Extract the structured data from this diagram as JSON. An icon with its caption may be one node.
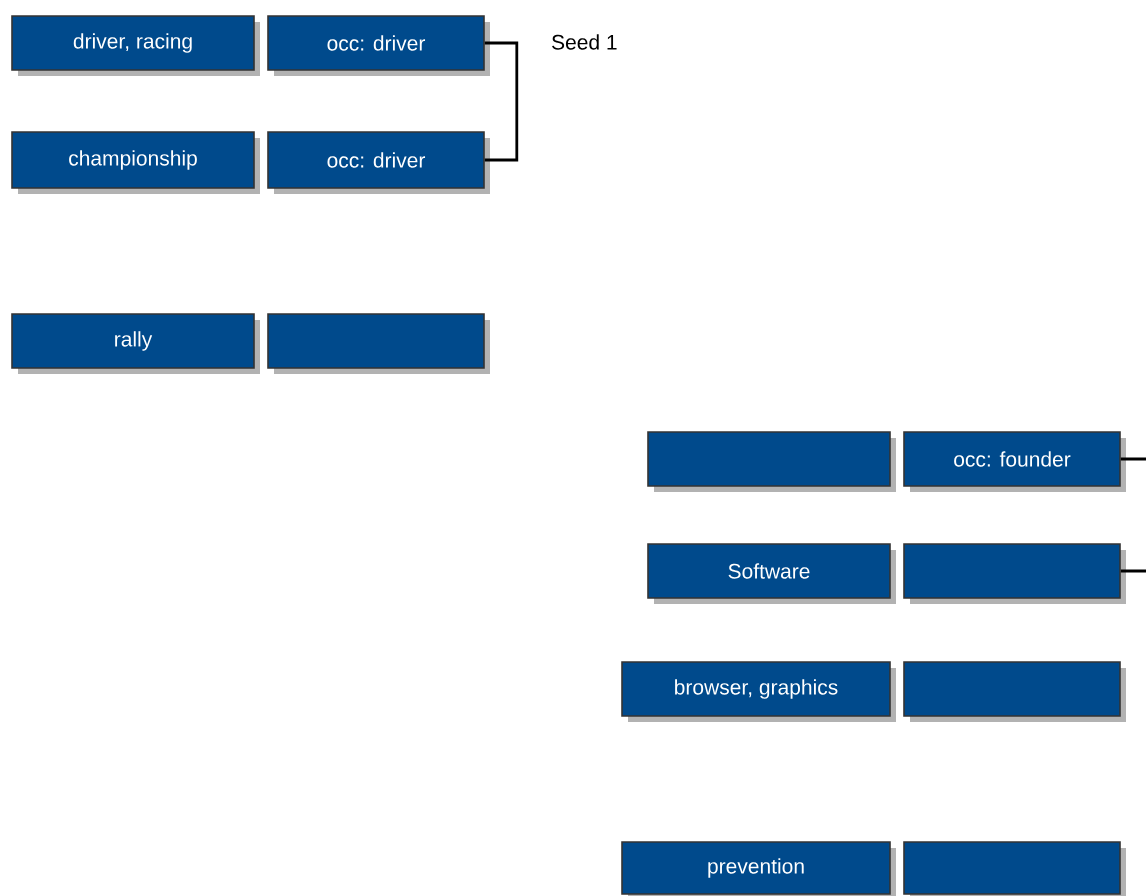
{
  "diagram": {
    "nodes": [
      {
        "text": [
          "driver, racing"
        ]
      },
      {
        "text": [
          "occ: driver"
        ]
      },
      {
        "text": [
          "championship"
        ]
      },
      {
        "text": [
          "occ: driver"
        ]
      },
      {
        "text": [
          "rally"
        ]
      },
      {
        "text": [],
        "shape": "box"
      },
      {
        "text": [],
        "shape": "box"
      },
      {
        "text": [
          "occ: founder"
        ]
      },
      {
        "text": [
          "Software"
        ]
      },
      {
        "text": [],
        "shape": "box"
      },
      {
        "text": [
          "browser, graphics"
        ]
      },
      {
        "text": [],
        "shape": "box"
      },
      {
        "text": [
          "prevention"
        ]
      },
      {
        "text": [],
        "shape": "box"
      }
    ],
    "edges": [
      {
        "from": 1,
        "to": 3,
        "arrow": "none"
      },
      {
        "from": 7,
        "to": null,
        "arrow": "none"
      },
      {
        "from": 9,
        "to": null,
        "arrow": "none"
      }
    ],
    "labels": [
      "Seed 1"
    ]
  }
}
